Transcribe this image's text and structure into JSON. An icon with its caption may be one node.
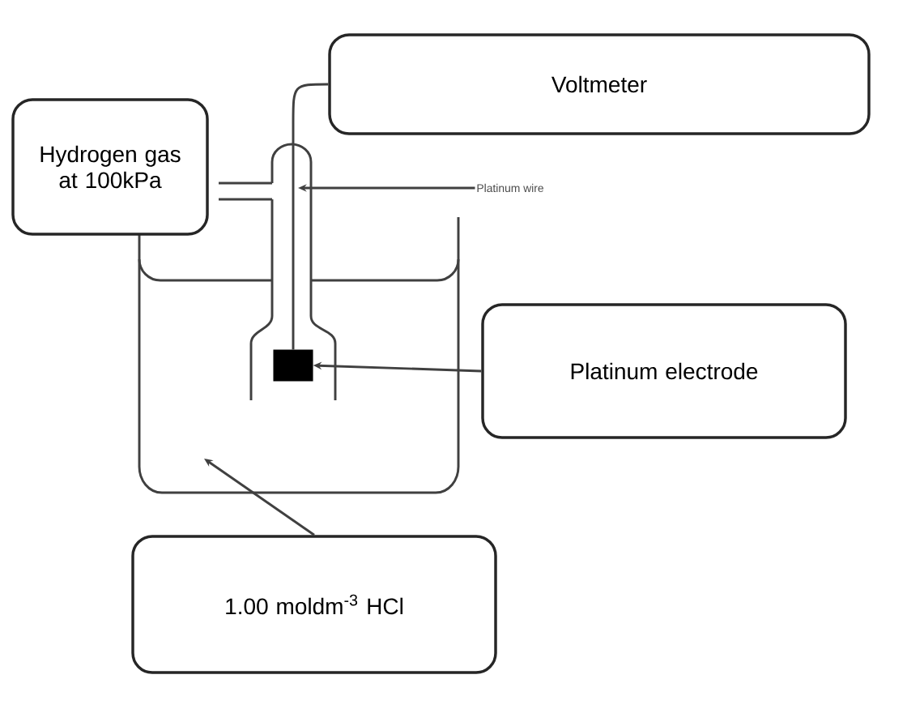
{
  "diagram": {
    "nodes": [
      {
        "text": [
          "Hydrogen gas at 100kPa"
        ]
      },
      {
        "text": [
          "Voltmeter"
        ]
      },
      {
        "text": [
          "Platinum wire"
        ]
      },
      {
        "text": [
          "Platinum electrode"
        ]
      },
      {
        "text": [
          "1.00 moldm$^{-3}$ HCl"
        ]
      },
      {
        "text": [],
        "shape": "box"
      }
    ],
    "edges": [
      {
        "from": 1,
        "to": 5,
        "arrow": "none"
      },
      {
        "from": 2,
        "to": null,
        "arrow": "to"
      },
      {
        "from": 3,
        "to": 5,
        "arrow": "to"
      },
      {
        "from": 4,
        "to": null,
        "arrow": "to"
      }
    ]
  }
}
